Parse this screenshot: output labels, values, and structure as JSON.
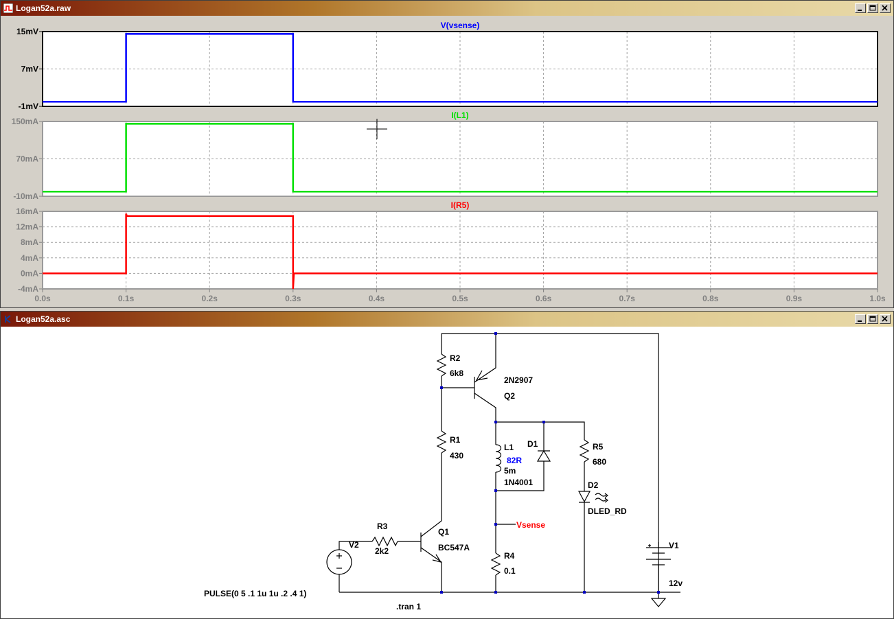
{
  "windows": {
    "waveform": {
      "title": "Logan52a.raw"
    },
    "schematic": {
      "title": "Logan52a.asc"
    }
  },
  "colors": {
    "vsense": "#0000ff",
    "il1": "#00e000",
    "ir5": "#ff0000",
    "axis_text": "#808080",
    "schematic_wire": "#000000",
    "net_label": "#ff0000",
    "component_value_blue": "#0000ff"
  },
  "chart_data": [
    {
      "type": "line",
      "title": "V(vsense)",
      "series": [
        {
          "name": "V(vsense)",
          "x": [
            0,
            0.1,
            0.1,
            0.3,
            0.3,
            1.0
          ],
          "y": [
            0,
            0,
            14.5,
            14.5,
            0,
            0
          ]
        }
      ],
      "ylim": [
        -1,
        15
      ],
      "yticks": [
        "15mV",
        "7mV",
        "-1mV"
      ],
      "xlim": [
        0,
        1.0
      ],
      "grid": true
    },
    {
      "type": "line",
      "title": "I(L1)",
      "series": [
        {
          "name": "I(L1)",
          "x": [
            0,
            0.1,
            0.1,
            0.3,
            0.3,
            1.0
          ],
          "y": [
            0,
            0,
            145,
            145,
            0,
            0
          ]
        }
      ],
      "ylim": [
        -10,
        150
      ],
      "yticks": [
        "150mA",
        "70mA",
        "-10mA"
      ],
      "xlim": [
        0,
        1.0
      ],
      "grid": true
    },
    {
      "type": "line",
      "title": "I(R5)",
      "series": [
        {
          "name": "I(R5)",
          "x": [
            0,
            0.1,
            0.1,
            0.101,
            0.3,
            0.3,
            0.301,
            1.0
          ],
          "y": [
            0,
            0,
            15.4,
            14.8,
            14.8,
            -4,
            0,
            0
          ]
        }
      ],
      "ylim": [
        -4,
        16
      ],
      "yticks": [
        "16mA",
        "12mA",
        "8mA",
        "4mA",
        "0mA",
        "-4mA"
      ],
      "xlim": [
        0,
        1.0
      ],
      "xticks": [
        "0.0s",
        "0.1s",
        "0.2s",
        "0.3s",
        "0.4s",
        "0.5s",
        "0.6s",
        "0.7s",
        "0.8s",
        "0.9s",
        "1.0s"
      ],
      "grid": true
    }
  ],
  "schematic": {
    "R2": {
      "name": "R2",
      "value": "6k8"
    },
    "Q2": {
      "name": "Q2",
      "model": "2N2907"
    },
    "R1": {
      "name": "R1",
      "value": "430"
    },
    "L1": {
      "name": "L1",
      "rser": "82R",
      "value": "5m"
    },
    "D1": {
      "name": "D1",
      "model": "1N4001"
    },
    "R5": {
      "name": "R5",
      "value": "680"
    },
    "D2": {
      "name": "D2",
      "model": "DLED_RD"
    },
    "net": {
      "vsense": "Vsense"
    },
    "R4": {
      "name": "R4",
      "value": "0.1"
    },
    "Q1": {
      "name": "Q1",
      "model": "BC547A"
    },
    "R3": {
      "name": "R3",
      "value": "2k2"
    },
    "V2": {
      "name": "V2",
      "value": "PULSE(0 5 .1 1u 1u .2 .4 1)"
    },
    "V1": {
      "name": "V1",
      "value": "12v"
    },
    "directive": ".tran 1"
  }
}
